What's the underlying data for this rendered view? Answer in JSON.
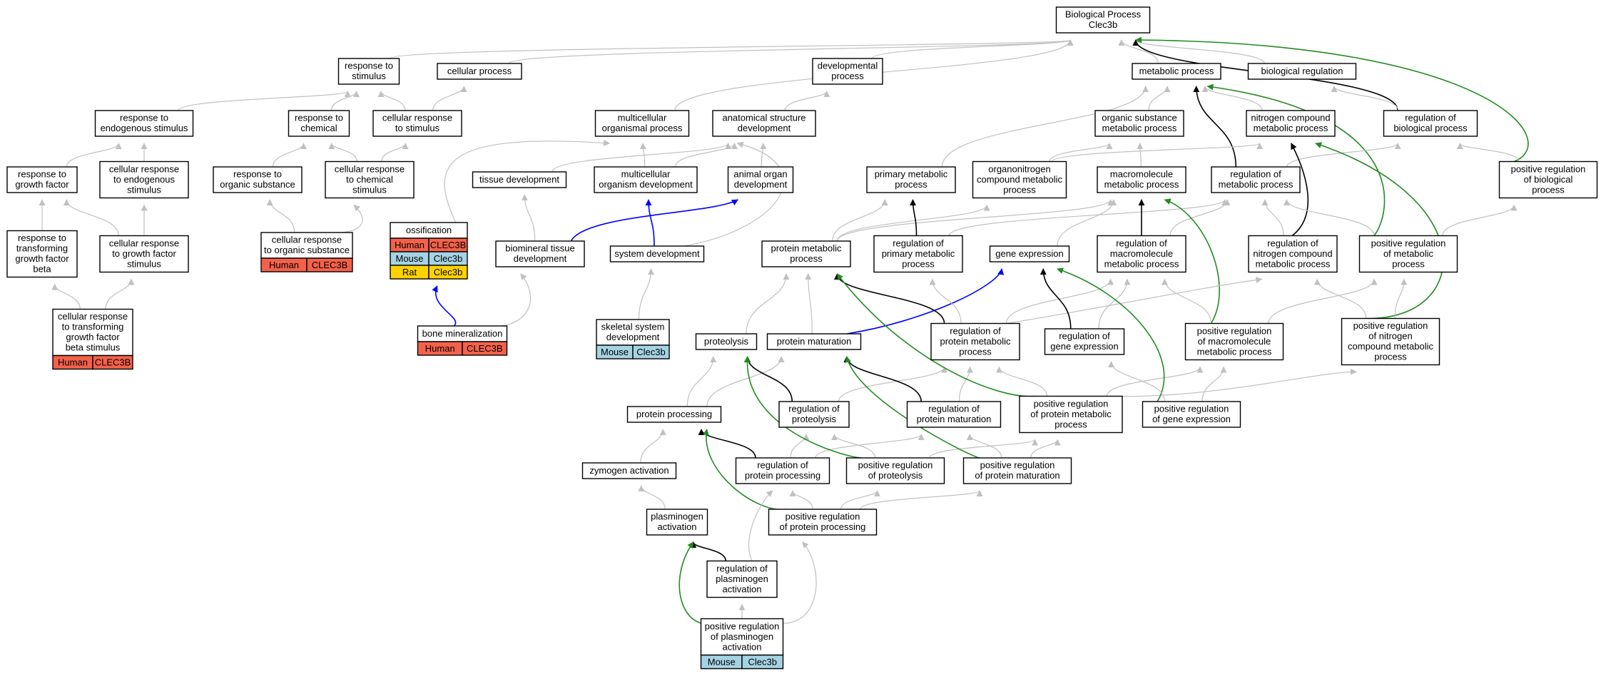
{
  "colors": {
    "edge_default": "#c0c0c0",
    "edge_regulates": "#000000",
    "edge_positively_regulates": "#228b22",
    "edge_part_of": "#0000ff",
    "species_human": "#f4614a",
    "species_mouse": "#a6d3e3",
    "species_rat": "#ffd200"
  },
  "nodes": {
    "bp": [
      "Biological Process",
      "Clec3b"
    ],
    "response_stimulus": [
      "response to",
      "stimulus"
    ],
    "cellular_process": [
      "cellular process"
    ],
    "developmental_process": [
      "developmental",
      "process"
    ],
    "metabolic_process": [
      "metabolic process"
    ],
    "biological_regulation": [
      "biological regulation"
    ],
    "resp_endogenous": [
      "response to",
      "endogenous stimulus"
    ],
    "resp_chemical": [
      "response to",
      "chemical"
    ],
    "cell_resp_stimulus": [
      "cellular response",
      "to stimulus"
    ],
    "multicellular_process": [
      "multicellular",
      "organismal process"
    ],
    "anat_struct_dev": [
      "anatomical structure",
      "development"
    ],
    "organic_subst_metab": [
      "organic substance",
      "metabolic process"
    ],
    "nitrogen_compound_metab": [
      "nitrogen compound",
      "metabolic process"
    ],
    "reg_biological_process": [
      "regulation of",
      "biological process"
    ],
    "resp_growth_factor": [
      "response to",
      "growth factor"
    ],
    "cell_resp_endogenous": [
      "cellular response",
      "to endogenous",
      "stimulus"
    ],
    "resp_organic_subst": [
      "response to",
      "organic substance"
    ],
    "cell_resp_chemical": [
      "cellular response",
      "to chemical",
      "stimulus"
    ],
    "tissue_dev": [
      "tissue development"
    ],
    "multicellular_org_dev": [
      "multicellular",
      "organism development"
    ],
    "animal_organ_dev": [
      "animal organ",
      "development"
    ],
    "primary_metab": [
      "primary metabolic",
      "process"
    ],
    "organonitrogen_metab": [
      "organonitrogen",
      "compound metabolic",
      "process"
    ],
    "macromolecule_metab": [
      "macromolecule",
      "metabolic process"
    ],
    "reg_metab": [
      "regulation of",
      "metabolic process"
    ],
    "pos_reg_bio": [
      "positive regulation",
      "of biological",
      "process"
    ],
    "resp_tgfb": [
      "response to",
      "transforming",
      "growth factor",
      "beta"
    ],
    "cell_resp_gf": [
      "cellular response",
      "to growth factor",
      "stimulus"
    ],
    "cell_resp_organic": [
      "cellular response",
      "to organic substance"
    ],
    "ossification": [
      "ossification"
    ],
    "biomineral_tissue_dev": [
      "biomineral tissue",
      "development"
    ],
    "system_dev": [
      "system development"
    ],
    "protein_metab": [
      "protein metabolic",
      "process"
    ],
    "reg_primary_metab": [
      "regulation of",
      "primary metabolic",
      "process"
    ],
    "gene_expression": [
      "gene expression"
    ],
    "reg_macromol_metab": [
      "regulation of",
      "macromolecule",
      "metabolic process"
    ],
    "reg_nitrogen_metab": [
      "regulation of",
      "nitrogen compound",
      "metabolic process"
    ],
    "pos_reg_metab": [
      "positive regulation",
      "of metabolic",
      "process"
    ],
    "cell_resp_tgfb": [
      "cellular response",
      "to transforming",
      "growth factor",
      "beta stimulus"
    ],
    "bone_mineralization": [
      "bone mineralization"
    ],
    "skeletal_dev": [
      "skeletal system",
      "development"
    ],
    "proteolysis": [
      "proteolysis"
    ],
    "protein_maturation": [
      "protein maturation"
    ],
    "reg_protein_metab": [
      "regulation of",
      "protein metabolic",
      "process"
    ],
    "reg_gene_expr": [
      "regulation of",
      "gene expression"
    ],
    "pos_reg_macromol": [
      "positive regulation",
      "of macromolecule",
      "metabolic process"
    ],
    "pos_reg_nitrogen": [
      "positive regulation",
      "of nitrogen",
      "compound metabolic",
      "process"
    ],
    "protein_processing": [
      "protein processing"
    ],
    "reg_proteolysis": [
      "regulation of",
      "proteolysis"
    ],
    "reg_protein_maturation": [
      "regulation of",
      "protein maturation"
    ],
    "pos_reg_protein_metab": [
      "positive regulation",
      "of protein metabolic",
      "process"
    ],
    "pos_reg_gene_expr": [
      "positive regulation",
      "of gene expression"
    ],
    "zymogen_activation": [
      "zymogen activation"
    ],
    "reg_protein_processing": [
      "regulation of",
      "protein processing"
    ],
    "pos_reg_proteolysis": [
      "positive regulation",
      "of proteolysis"
    ],
    "pos_reg_protein_maturation": [
      "positive regulation",
      "of protein maturation"
    ],
    "plasminogen_activation": [
      "plasminogen",
      "activation"
    ],
    "pos_reg_protein_processing": [
      "positive regulation",
      "of protein processing"
    ],
    "reg_plasminogen": [
      "regulation of",
      "plasminogen",
      "activation"
    ],
    "pos_reg_plasminogen": [
      "positive regulation",
      "of plasminogen",
      "activation"
    ]
  },
  "annotations": {
    "cell_resp_tgfb": [
      [
        "Human",
        "CLEC3B"
      ]
    ],
    "cell_resp_organic": [
      [
        "Human",
        "CLEC3B"
      ]
    ],
    "ossification": [
      [
        "Human",
        "CLEC3B"
      ],
      [
        "Mouse",
        "Clec3b"
      ],
      [
        "Rat",
        "Clec3b"
      ]
    ],
    "bone_mineralization": [
      [
        "Human",
        "CLEC3B"
      ]
    ],
    "skeletal_dev": [
      [
        "Mouse",
        "Clec3b"
      ]
    ],
    "pos_reg_plasminogen": [
      [
        "Mouse",
        "Clec3b"
      ]
    ]
  },
  "edges": [
    [
      "response_stimulus",
      "bp",
      "default"
    ],
    [
      "cellular_process",
      "bp",
      "default"
    ],
    [
      "developmental_process",
      "bp",
      "default"
    ],
    [
      "multicellular_process",
      "bp",
      "default"
    ],
    [
      "metabolic_process",
      "bp",
      "default"
    ],
    [
      "biological_regulation",
      "bp",
      "default"
    ],
    [
      "reg_biological_process",
      "bp",
      "regulates"
    ],
    [
      "pos_reg_bio",
      "bp",
      "positively_regulates"
    ],
    [
      "resp_endogenous",
      "response_stimulus",
      "default"
    ],
    [
      "resp_chemical",
      "response_stimulus",
      "default"
    ],
    [
      "cell_resp_stimulus",
      "response_stimulus",
      "default"
    ],
    [
      "cell_resp_stimulus",
      "cellular_process",
      "default"
    ],
    [
      "anat_struct_dev",
      "developmental_process",
      "default"
    ],
    [
      "organic_subst_metab",
      "metabolic_process",
      "default"
    ],
    [
      "nitrogen_compound_metab",
      "metabolic_process",
      "default"
    ],
    [
      "primary_metab",
      "metabolic_process",
      "default"
    ],
    [
      "reg_biological_process",
      "biological_regulation",
      "default"
    ],
    [
      "reg_metab",
      "metabolic_process",
      "regulates"
    ],
    [
      "pos_reg_metab",
      "metabolic_process",
      "positively_regulates"
    ],
    [
      "pos_reg_bio",
      "reg_biological_process",
      "default"
    ],
    [
      "resp_growth_factor",
      "resp_endogenous",
      "default"
    ],
    [
      "cell_resp_endogenous",
      "resp_endogenous",
      "default"
    ],
    [
      "resp_organic_subst",
      "resp_chemical",
      "default"
    ],
    [
      "cell_resp_chemical",
      "resp_chemical",
      "default"
    ],
    [
      "cell_resp_chemical",
      "cell_resp_stimulus",
      "default"
    ],
    [
      "ossification",
      "multicellular_process",
      "default"
    ],
    [
      "tissue_dev",
      "anat_struct_dev",
      "default"
    ],
    [
      "multicellular_org_dev",
      "multicellular_process",
      "default"
    ],
    [
      "multicellular_org_dev",
      "anat_struct_dev",
      "default"
    ],
    [
      "animal_organ_dev",
      "anat_struct_dev",
      "default"
    ],
    [
      "system_dev",
      "anat_struct_dev",
      "default"
    ],
    [
      "organonitrogen_metab",
      "organic_subst_metab",
      "default"
    ],
    [
      "organonitrogen_metab",
      "nitrogen_compound_metab",
      "default"
    ],
    [
      "macromolecule_metab",
      "organic_subst_metab",
      "default"
    ],
    [
      "reg_metab",
      "reg_biological_process",
      "default"
    ],
    [
      "reg_nitrogen_metab",
      "nitrogen_compound_metab",
      "regulates"
    ],
    [
      "pos_reg_nitrogen",
      "nitrogen_compound_metab",
      "positively_regulates"
    ],
    [
      "resp_tgfb",
      "resp_growth_factor",
      "default"
    ],
    [
      "cell_resp_gf",
      "resp_growth_factor",
      "default"
    ],
    [
      "cell_resp_gf",
      "cell_resp_endogenous",
      "default"
    ],
    [
      "cell_resp_organic",
      "resp_organic_subst",
      "default"
    ],
    [
      "cell_resp_organic",
      "cell_resp_chemical",
      "default"
    ],
    [
      "biomineral_tissue_dev",
      "tissue_dev",
      "default"
    ],
    [
      "biomineral_tissue_dev",
      "animal_organ_dev",
      "part_of"
    ],
    [
      "system_dev",
      "multicellular_org_dev",
      "part_of"
    ],
    [
      "protein_metab",
      "primary_metab",
      "default"
    ],
    [
      "protein_metab",
      "organonitrogen_metab",
      "default"
    ],
    [
      "protein_metab",
      "macromolecule_metab",
      "default"
    ],
    [
      "reg_primary_metab",
      "primary_metab",
      "regulates"
    ],
    [
      "reg_primary_metab",
      "reg_metab",
      "default"
    ],
    [
      "gene_expression",
      "macromolecule_metab",
      "default"
    ],
    [
      "reg_macromol_metab",
      "macromolecule_metab",
      "regulates"
    ],
    [
      "reg_macromol_metab",
      "reg_metab",
      "default"
    ],
    [
      "reg_nitrogen_metab",
      "reg_metab",
      "default"
    ],
    [
      "pos_reg_metab",
      "reg_metab",
      "default"
    ],
    [
      "pos_reg_metab",
      "pos_reg_bio",
      "default"
    ],
    [
      "pos_reg_macromol",
      "macromolecule_metab",
      "positively_regulates"
    ],
    [
      "cell_resp_tgfb",
      "resp_tgfb",
      "default"
    ],
    [
      "cell_resp_tgfb",
      "cell_resp_gf",
      "default"
    ],
    [
      "bone_mineralization",
      "biomineral_tissue_dev",
      "default"
    ],
    [
      "bone_mineralization",
      "ossification",
      "part_of"
    ],
    [
      "skeletal_dev",
      "system_dev",
      "default"
    ],
    [
      "proteolysis",
      "protein_metab",
      "default"
    ],
    [
      "protein_maturation",
      "protein_metab",
      "default"
    ],
    [
      "protein_maturation",
      "gene_expression",
      "part_of"
    ],
    [
      "reg_protein_metab",
      "protein_metab",
      "regulates"
    ],
    [
      "reg_protein_metab",
      "reg_primary_metab",
      "default"
    ],
    [
      "reg_protein_metab",
      "reg_macromol_metab",
      "default"
    ],
    [
      "reg_protein_metab",
      "reg_nitrogen_metab",
      "default"
    ],
    [
      "reg_gene_expr",
      "gene_expression",
      "regulates"
    ],
    [
      "reg_gene_expr",
      "reg_macromol_metab",
      "default"
    ],
    [
      "pos_reg_macromol",
      "reg_macromol_metab",
      "default"
    ],
    [
      "pos_reg_macromol",
      "pos_reg_metab",
      "default"
    ],
    [
      "pos_reg_nitrogen",
      "reg_nitrogen_metab",
      "default"
    ],
    [
      "pos_reg_nitrogen",
      "pos_reg_metab",
      "default"
    ],
    [
      "protein_processing",
      "proteolysis",
      "default"
    ],
    [
      "protein_processing",
      "protein_maturation",
      "default"
    ],
    [
      "reg_proteolysis",
      "proteolysis",
      "regulates"
    ],
    [
      "reg_proteolysis",
      "reg_protein_metab",
      "default"
    ],
    [
      "reg_protein_maturation",
      "protein_maturation",
      "regulates"
    ],
    [
      "reg_protein_maturation",
      "reg_protein_metab",
      "default"
    ],
    [
      "pos_reg_protein_metab",
      "protein_metab",
      "positively_regulates"
    ],
    [
      "pos_reg_protein_metab",
      "reg_protein_metab",
      "default"
    ],
    [
      "pos_reg_protein_metab",
      "pos_reg_macromol",
      "default"
    ],
    [
      "pos_reg_protein_metab",
      "pos_reg_nitrogen",
      "default"
    ],
    [
      "pos_reg_gene_expr",
      "gene_expression",
      "positively_regulates"
    ],
    [
      "pos_reg_gene_expr",
      "reg_gene_expr",
      "default"
    ],
    [
      "pos_reg_gene_expr",
      "pos_reg_macromol",
      "default"
    ],
    [
      "zymogen_activation",
      "protein_processing",
      "default"
    ],
    [
      "reg_protein_processing",
      "protein_processing",
      "regulates"
    ],
    [
      "reg_protein_processing",
      "reg_proteolysis",
      "default"
    ],
    [
      "reg_protein_processing",
      "reg_protein_maturation",
      "default"
    ],
    [
      "pos_reg_proteolysis",
      "proteolysis",
      "positively_regulates"
    ],
    [
      "pos_reg_proteolysis",
      "reg_proteolysis",
      "default"
    ],
    [
      "pos_reg_proteolysis",
      "pos_reg_protein_metab",
      "default"
    ],
    [
      "pos_reg_protein_maturation",
      "protein_maturation",
      "positively_regulates"
    ],
    [
      "pos_reg_protein_maturation",
      "reg_protein_maturation",
      "default"
    ],
    [
      "pos_reg_protein_maturation",
      "pos_reg_protein_metab",
      "default"
    ],
    [
      "plasminogen_activation",
      "zymogen_activation",
      "default"
    ],
    [
      "pos_reg_protein_processing",
      "protein_processing",
      "positively_regulates"
    ],
    [
      "pos_reg_protein_processing",
      "reg_protein_processing",
      "default"
    ],
    [
      "pos_reg_protein_processing",
      "pos_reg_proteolysis",
      "default"
    ],
    [
      "pos_reg_protein_processing",
      "pos_reg_protein_maturation",
      "default"
    ],
    [
      "reg_plasminogen",
      "plasminogen_activation",
      "regulates"
    ],
    [
      "reg_plasminogen",
      "reg_protein_processing",
      "default"
    ],
    [
      "pos_reg_plasminogen",
      "plasminogen_activation",
      "positively_regulates"
    ],
    [
      "pos_reg_plasminogen",
      "reg_plasminogen",
      "default"
    ],
    [
      "pos_reg_plasminogen",
      "pos_reg_protein_processing",
      "default"
    ]
  ]
}
